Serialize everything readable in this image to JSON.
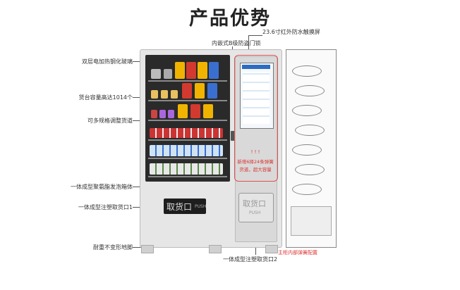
{
  "title": "产品优势",
  "labels": {
    "left_1": "双层电加热钢化玻璃",
    "left_2": "货台容量高达1014个",
    "left_3": "可多规格调整货道",
    "left_4": "一体成型聚氨酯发泡箱体",
    "left_5": "一体成型注塑取货口1",
    "left_6": "耐重不变形地脚",
    "top_1": "23.6寸红外防水触摸屏",
    "top_2": "内嵌式B级防盗门锁",
    "bottom_1": "一体成型注塑取货口2",
    "rack_caption": "主柜内部弹簧配置"
  },
  "panel": {
    "exclaim": "! ! !",
    "line1": "新增6择24条弹簧",
    "line2": "货道，超大容量"
  },
  "pickup": {
    "main": "取货口",
    "sub": "PUSH"
  },
  "pickup2": {
    "main": "取货口",
    "sub": "PUSH"
  },
  "colors": {
    "accent": "#e05050",
    "door": "#2a2a2a",
    "cabinet": "#e6e6e6"
  }
}
